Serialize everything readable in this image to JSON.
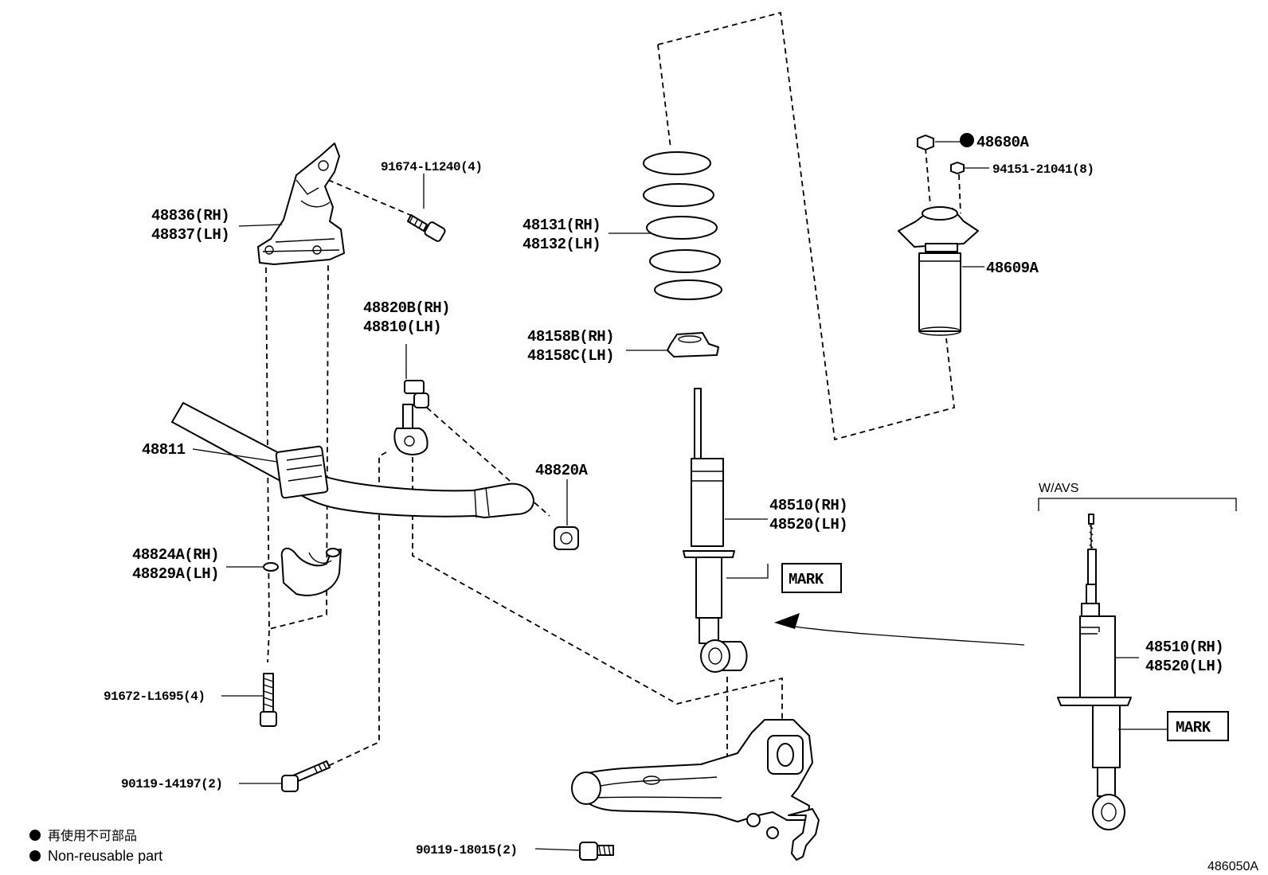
{
  "labels": {
    "bracket_rh": "48836(RH)",
    "bracket_lh": "48837(LH)",
    "bolt_top": "91674-L1240(4)",
    "spring_rh": "48131(RH)",
    "spring_lh": "48132(LH)",
    "nut_top": "48680A",
    "nut_mount": "94151-21041(8)",
    "support": "48609A",
    "insulator_rh": "48158B(RH)",
    "insulator_lh": "48158C(LH)",
    "link_rh": "48820B(RH)",
    "link_lh": "48810(LH)",
    "stabilizer_bar": "48811",
    "link_nut": "48820A",
    "shock_rh": "48510(RH)",
    "shock_lh": "48520(LH)",
    "mark": "MARK",
    "bushing_rh": "48824A(RH)",
    "bushing_lh": "48829A(LH)",
    "bolt_bracket": "91672-L1695(4)",
    "bolt_arm1": "90119-14197(2)",
    "bolt_arm2": "90119-18015(2)",
    "avs_header": "W/AVS",
    "avs_shock_rh": "48510(RH)",
    "avs_shock_lh": "48520(LH)",
    "avs_mark": "MARK",
    "legend_jp": "再使用不可部品",
    "legend_en": "Non-reusable part",
    "figure_id": "486050A"
  }
}
